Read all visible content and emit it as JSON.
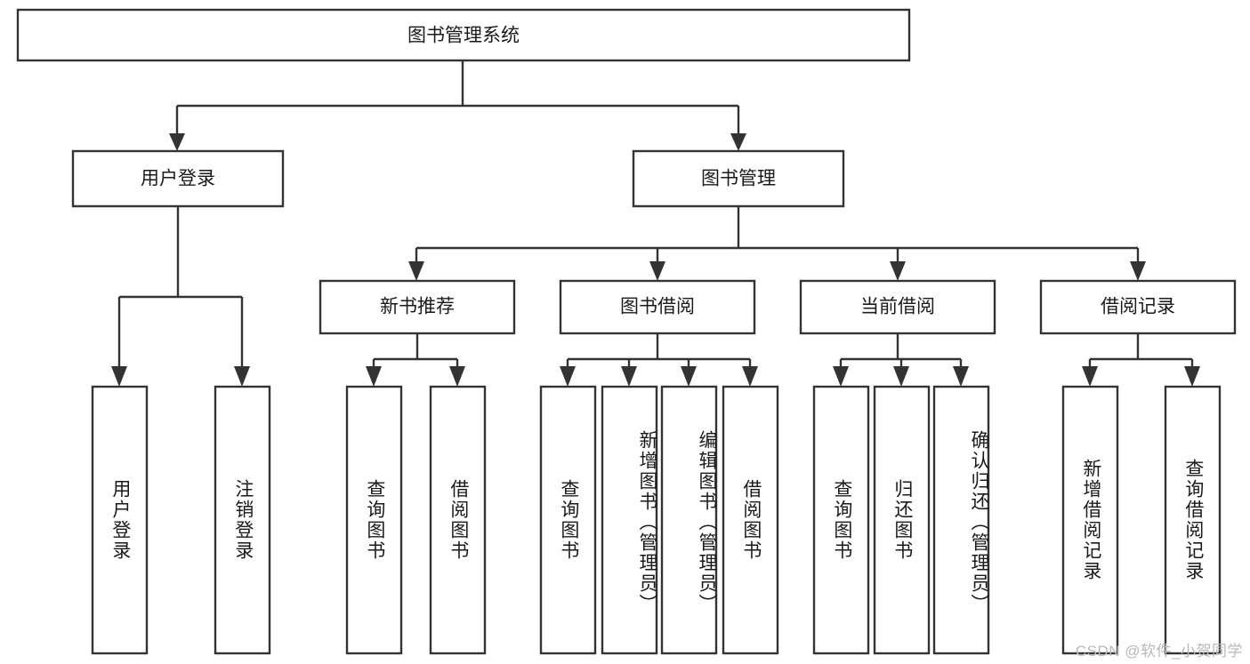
{
  "diagram": {
    "title": "图书管理系统",
    "watermark": "CSDN @软件_小贺同学",
    "colors": {
      "stroke": "#333333",
      "fill": "#ffffff",
      "text": "#1a1a1a",
      "watermark": "#b8b8b8",
      "background": "#ffffff"
    },
    "levels": {
      "root": {
        "label": "图书管理系统"
      },
      "level2": [
        {
          "label": "用户登录"
        },
        {
          "label": "图书管理"
        }
      ],
      "level3": [
        {
          "label": "新书推荐"
        },
        {
          "label": "图书借阅"
        },
        {
          "label": "当前借阅"
        },
        {
          "label": "借阅记录"
        }
      ],
      "leaves": {
        "user_login": [
          {
            "label": "用户登录"
          },
          {
            "label": "注销登录"
          }
        ],
        "new_book_recommend": [
          {
            "label": "查询图书"
          },
          {
            "label": "借阅图书"
          }
        ],
        "book_borrow": [
          {
            "label": "查询图书"
          },
          {
            "label": "新增图书（管理员）"
          },
          {
            "label": "编辑图书（管理员）"
          },
          {
            "label": "借阅图书"
          }
        ],
        "current_borrow": [
          {
            "label": "查询图书"
          },
          {
            "label": "归还图书"
          },
          {
            "label": "确认归还（管理员）"
          }
        ],
        "borrow_record": [
          {
            "label": "新增借阅记录"
          },
          {
            "label": "查询借阅记录"
          }
        ]
      }
    }
  }
}
